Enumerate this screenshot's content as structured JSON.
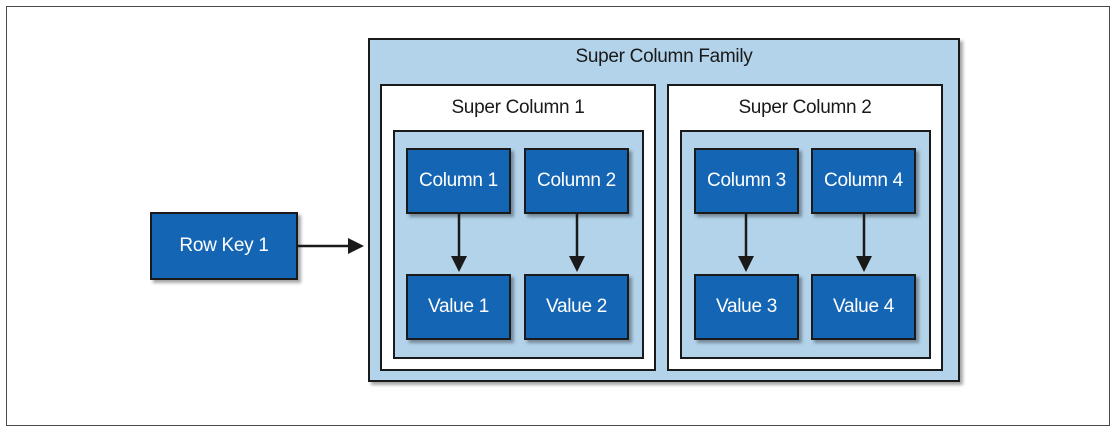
{
  "diagram": {
    "row_key": {
      "label": "Row Key 1"
    },
    "family": {
      "title": "Super Column Family"
    },
    "super_columns": [
      {
        "title": "Super Column 1",
        "columns": [
          {
            "name": "Column 1",
            "value": "Value 1"
          },
          {
            "name": "Column 2",
            "value": "Value 2"
          }
        ]
      },
      {
        "title": "Super Column 2",
        "columns": [
          {
            "name": "Column 3",
            "value": "Value 3"
          },
          {
            "name": "Column 4",
            "value": "Value 4"
          }
        ]
      }
    ],
    "colors": {
      "node_fill": "#1565b5",
      "container_fill": "#b3d3ea",
      "border": "#1a1a1a"
    }
  }
}
